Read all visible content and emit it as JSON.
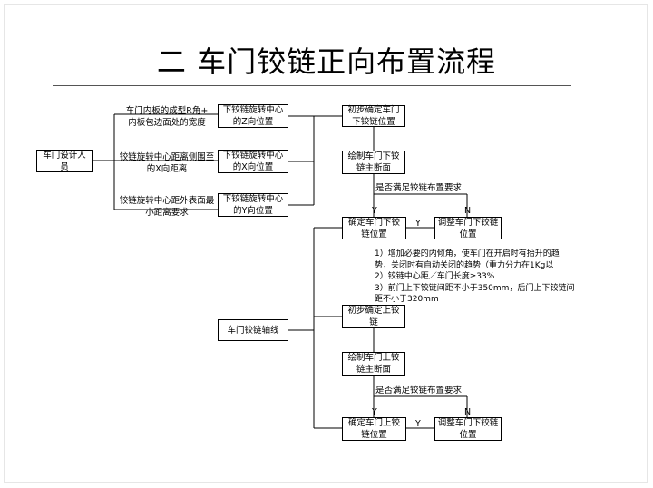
{
  "title": "二  车门铰链正向布置流程",
  "diagram": {
    "nodes": {
      "input": "车门设计人\n员",
      "param1": "车门内板的成型R角+\n内板包边面处的宽度",
      "param2": "铰链旋转中心距离侧围至\n的X向距离",
      "param3": "铰链旋转中心距外表面最\n小距离要求",
      "lower_z": "下铰链旋转中心\n的Z向位置",
      "lower_x": "下铰链旋转中心\n的X向位置",
      "lower_y": "下铰链旋转中心\n的Y向位置",
      "lower_init": "初步确定车门\n下铰链位置",
      "lower_section": "绘制车门下铰\n链主断面",
      "lower_confirm": "确定车门下铰\n链位置",
      "lower_adjust": "调整车门下铰链\n位置",
      "axis": "车门铰链轴线",
      "upper_init": "初步确定上铰\n链",
      "upper_section": "绘制车门上铰\n链主断面",
      "upper_confirm": "确定车门上铰\n链位置",
      "upper_adjust": "调整车门下铰链\n位置"
    },
    "question_lower": "是否满足铰链布置要求",
    "question_upper": "是否满足铰链布置要求",
    "yes": "Y",
    "no": "N",
    "notes": "1）增加必要的内倾角，使车门在开启时有抬升的趋\n势，关闭时有自动关闭的趋势（重力分力在1Kg以\n2）铰链中心距／车门长度≥33%\n3）前门上下铰链间距不小于350mm，后门上下铰链间\n距不小于320mm"
  }
}
